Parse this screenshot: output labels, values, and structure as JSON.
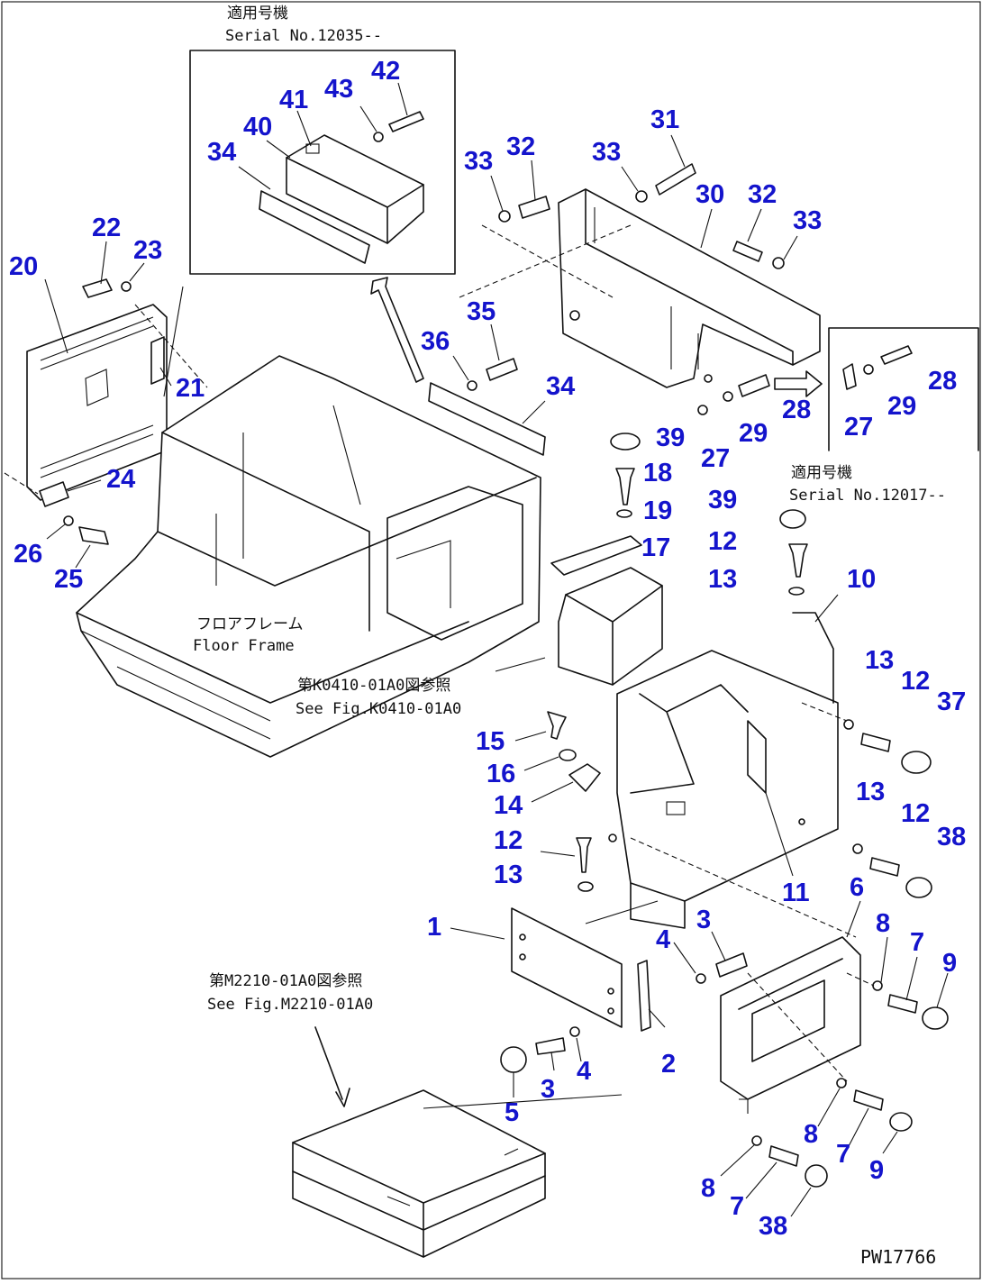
{
  "diagram": {
    "drawing_code": "PW17766",
    "inset_top": {
      "applicable_jp": "適用号機",
      "serial_label": "Serial No.12035--",
      "callouts": [
        "34",
        "40",
        "41",
        "43",
        "42"
      ]
    },
    "inset_right": {
      "applicable_jp": "適用号機",
      "serial_label": "Serial No.12017--",
      "callouts": [
        "27",
        "29",
        "28"
      ]
    },
    "notes": {
      "floor_frame_jp": "フロアフレーム",
      "floor_frame_en": "Floor Frame",
      "ref_k0410_jp": "第K0410-01A0図参照",
      "ref_k0410_en": "See Fig.K0410-01A0",
      "ref_m2210_jp": "第M2210-01A0図参照",
      "ref_m2210_en": "See Fig.M2210-01A0"
    },
    "callouts": {
      "c20": "20",
      "c22": "22",
      "c23": "23",
      "c21": "21",
      "c24": "24",
      "c26": "26",
      "c25": "25",
      "c36": "36",
      "c35": "35",
      "c34": "34",
      "c33a": "33",
      "c32a": "32",
      "c33b": "33",
      "c31": "31",
      "c30": "30",
      "c32b": "32",
      "c33c": "33",
      "c28": "28",
      "c29": "29",
      "c27": "27",
      "c39a": "39",
      "c18": "18",
      "c19": "19",
      "c17": "17",
      "c39b": "39",
      "c12a": "12",
      "c13a": "13",
      "c10": "10",
      "c13b": "13",
      "c12b": "12",
      "c37": "37",
      "c15": "15",
      "c16": "16",
      "c14": "14",
      "c13c": "13",
      "c12c": "12",
      "c38a": "38",
      "c11": "11",
      "c12d": "12",
      "c13d": "13",
      "c6": "6",
      "c1": "1",
      "c3a": "3",
      "c4a": "4",
      "c8a": "8",
      "c7a": "7",
      "c9a": "9",
      "c2": "2",
      "c4b": "4",
      "c3b": "3",
      "c5": "5",
      "c8b": "8",
      "c7b": "7",
      "c9b": "9",
      "c8c": "8",
      "c7c": "7",
      "c38b": "38"
    }
  }
}
